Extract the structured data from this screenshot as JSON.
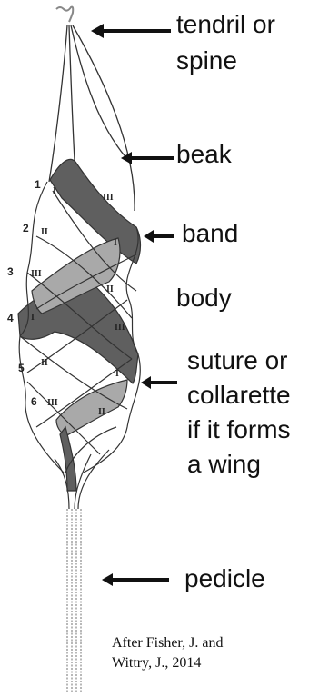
{
  "labels": {
    "tendril": [
      "tendril or",
      "spine"
    ],
    "beak": "beak",
    "band": "band",
    "body": "body",
    "suture": [
      "suture or",
      "collarette",
      "if it forms",
      "a wing"
    ],
    "pedicle": "pedicle"
  },
  "row_numbers": [
    "1",
    "2",
    "3",
    "4",
    "5",
    "6"
  ],
  "band_numerals": [
    "I",
    "II",
    "III"
  ],
  "credit": [
    "After Fisher, J. and",
    "Wittry, J., 2014"
  ],
  "colors": {
    "dark_band": "#5f5f5f",
    "light_band": "#a9a9a9",
    "outline": "#333333"
  }
}
